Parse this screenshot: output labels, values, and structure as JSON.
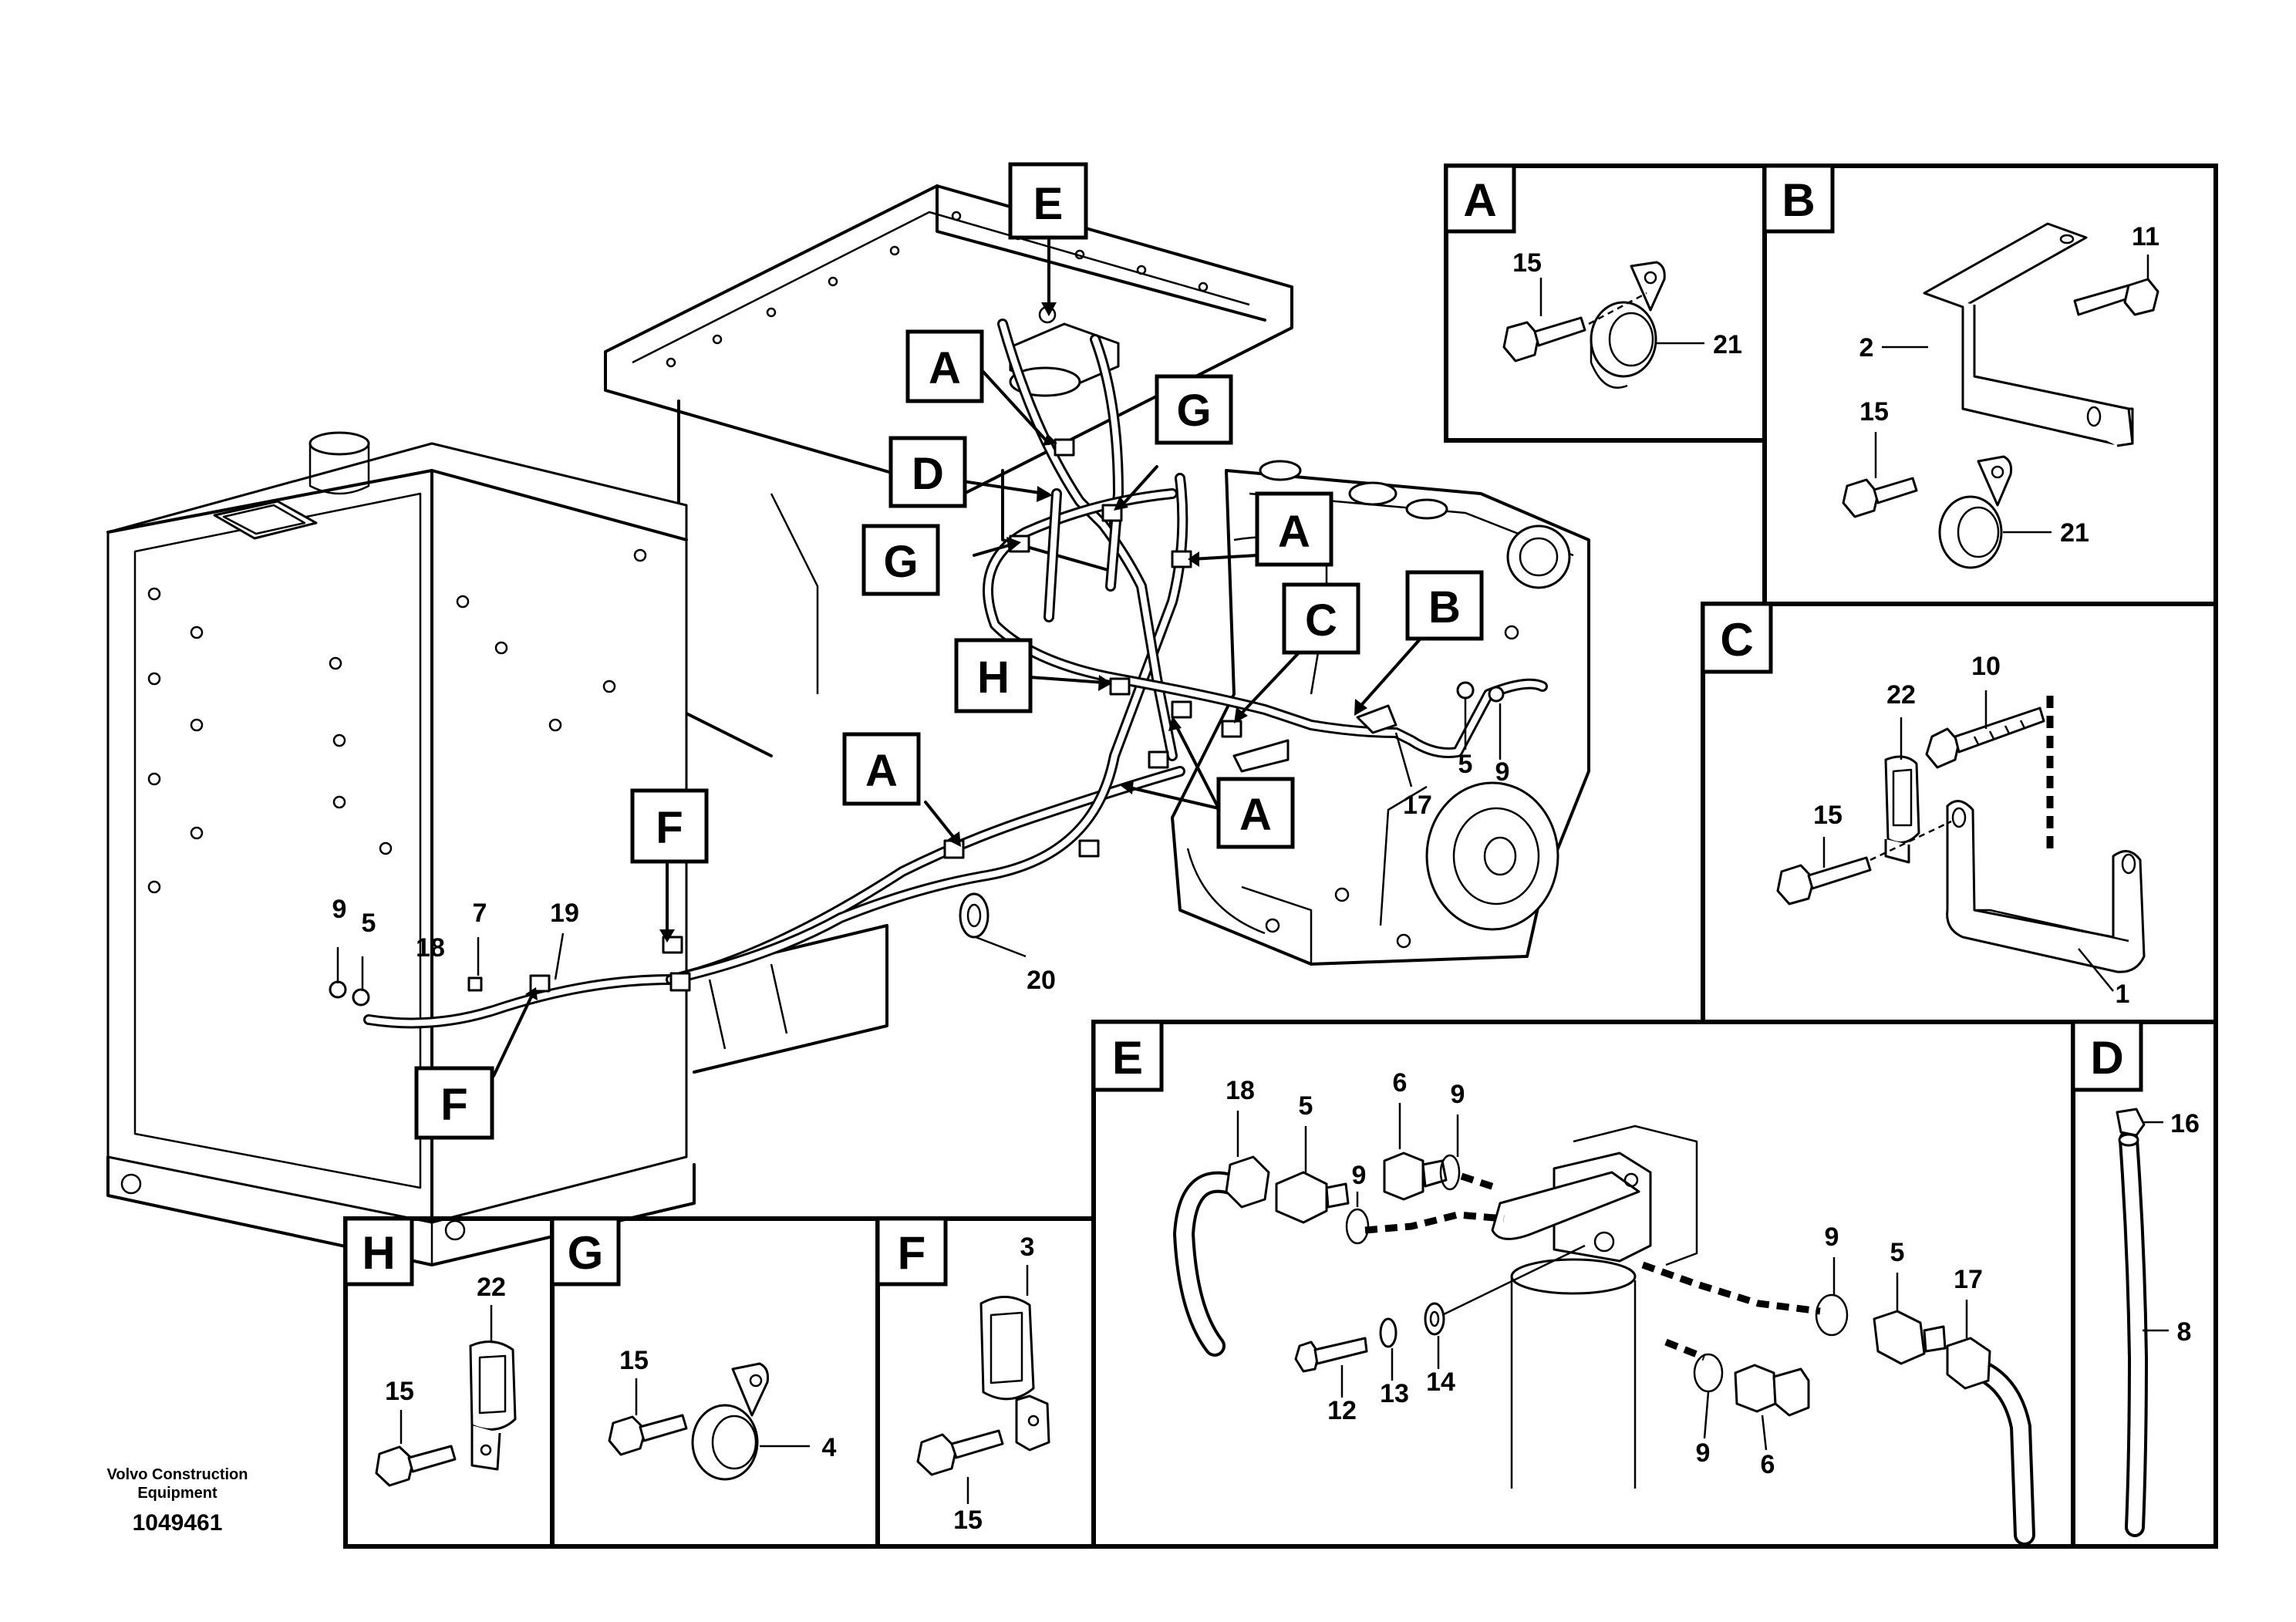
{
  "footer": {
    "brand_line1": "Volvo Construction",
    "brand_line2": "Equipment",
    "drawing_number": "1049461"
  },
  "main_view": {
    "callouts": [
      "E",
      "A",
      "G",
      "D",
      "A",
      "G",
      "C",
      "B",
      "H",
      "A",
      "A",
      "F",
      "F"
    ],
    "part_numbers": [
      "5",
      "9",
      "17",
      "9",
      "5",
      "18",
      "7",
      "19",
      "20"
    ]
  },
  "details": {
    "A": {
      "title": "A",
      "parts": [
        "15",
        "21"
      ]
    },
    "B": {
      "title": "B",
      "parts": [
        "11",
        "2",
        "15",
        "21"
      ]
    },
    "C": {
      "title": "C",
      "parts": [
        "10",
        "22",
        "15",
        "1"
      ]
    },
    "D": {
      "title": "D",
      "parts": [
        "16",
        "8"
      ]
    },
    "E": {
      "title": "E",
      "parts": [
        "18",
        "5",
        "6",
        "9",
        "9",
        "9",
        "5",
        "17",
        "12",
        "13",
        "14",
        "9",
        "6"
      ]
    },
    "F": {
      "title": "F",
      "parts": [
        "3",
        "15"
      ]
    },
    "G": {
      "title": "G",
      "parts": [
        "15",
        "4"
      ]
    },
    "H": {
      "title": "H",
      "parts": [
        "22",
        "15"
      ]
    }
  }
}
